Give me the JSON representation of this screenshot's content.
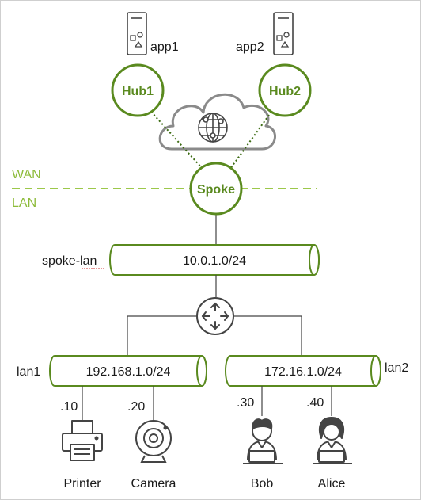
{
  "colors": {
    "green": "#5a8a1f",
    "light_green": "#9cc84a",
    "grey": "#7a7a7a",
    "dark": "#444444",
    "text": "#1a1a1a"
  },
  "servers": [
    {
      "label": "app1",
      "icon": "server-icon"
    },
    {
      "label": "app2",
      "icon": "server-icon"
    }
  ],
  "hubs": [
    "Hub1",
    "Hub2"
  ],
  "cloud": {
    "icon": "globe-network-icon"
  },
  "zones": {
    "wan": "WAN",
    "lan": "LAN"
  },
  "spoke": "Spoke",
  "spoke_lan": {
    "name": "spoke-lan",
    "subnet": "10.0.1.0/24"
  },
  "router": {
    "icon": "router-icon"
  },
  "lans": [
    {
      "name": "lan1",
      "subnet": "192.168.1.0/24"
    },
    {
      "name": "lan2",
      "subnet": "172.16.1.0/24"
    }
  ],
  "devices": [
    {
      "host": ".10",
      "label": "Printer",
      "icon": "printer-icon"
    },
    {
      "host": ".20",
      "label": "Camera",
      "icon": "camera-icon"
    },
    {
      "host": ".30",
      "label": "Bob",
      "icon": "user-male-icon"
    },
    {
      "host": ".40",
      "label": "Alice",
      "icon": "user-female-icon"
    }
  ]
}
